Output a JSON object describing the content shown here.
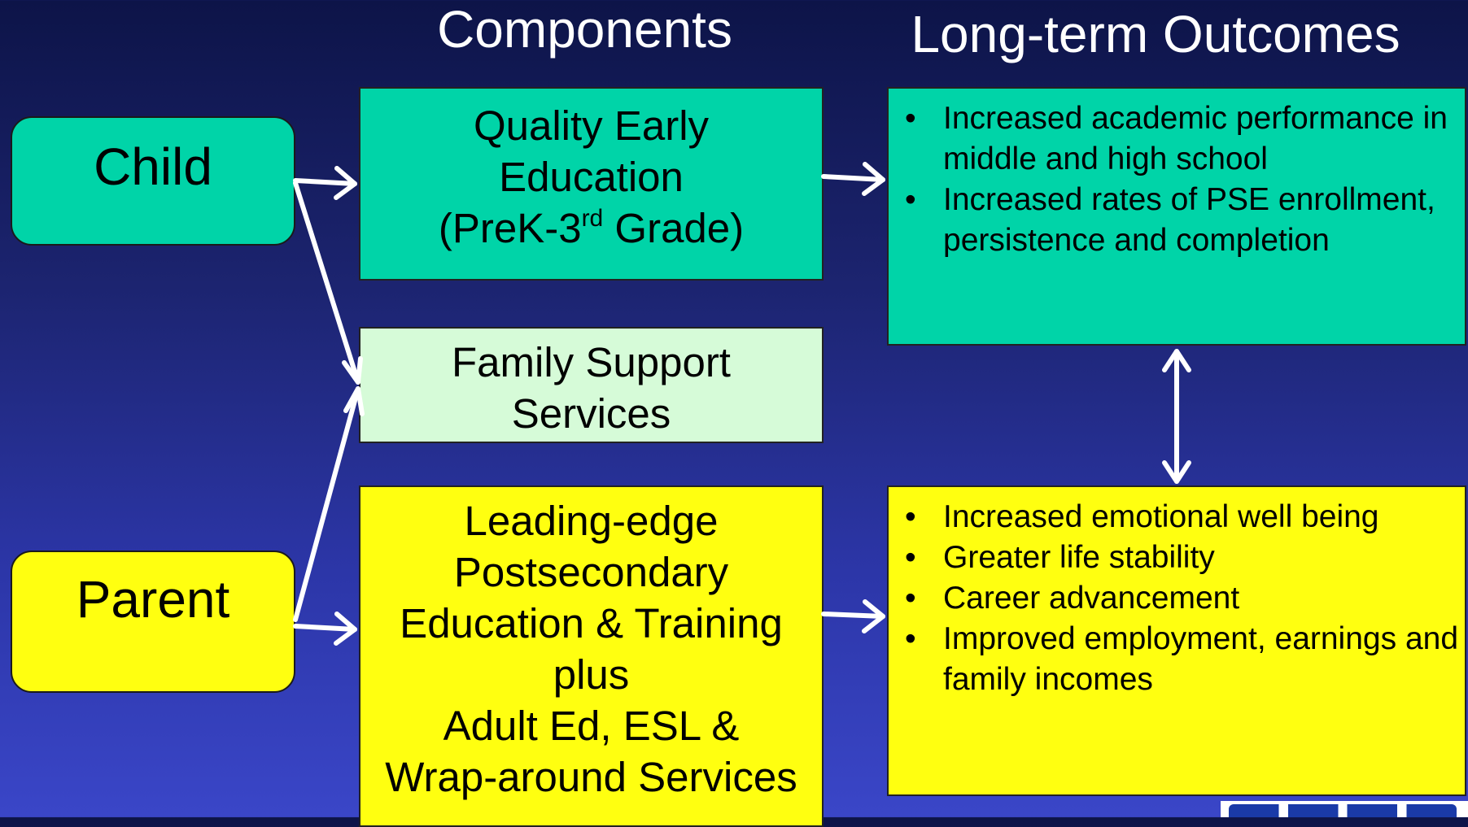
{
  "headings": {
    "components": "Components",
    "outcomes": "Long-term Outcomes"
  },
  "participants": {
    "child": "Child",
    "parent": "Parent"
  },
  "components": {
    "quality_early_education": {
      "line1": "Quality Early",
      "line2": "Education",
      "line3_prefix": "(PreK-3",
      "line3_sup": "rd",
      "line3_suffix": " Grade)"
    },
    "family_support": {
      "line1": "Family Support",
      "line2": "Services"
    },
    "postsecondary": {
      "line1": "Leading-edge",
      "line2": "Postsecondary",
      "line3": "Education & Training",
      "line4": "plus",
      "line5": "Adult Ed, ESL &",
      "line6": "Wrap-around Services"
    }
  },
  "outcomes": {
    "child_outcomes": [
      "Increased academic performance in middle and high school",
      "Increased rates of PSE enrollment, persistence and completion"
    ],
    "parent_outcomes": [
      "Increased emotional well being",
      "Greater life stability",
      "Career advancement",
      "Improved employment, earnings and family incomes"
    ],
    "bullet_glyph": "•"
  },
  "colors": {
    "background_top": "#0d1448",
    "background_bottom": "#3a46c8",
    "child_teal": "#00d4a8",
    "parent_yellow": "#ffff10",
    "family_support_mint": "#d6fbd8",
    "arrow": "#ffffff"
  }
}
